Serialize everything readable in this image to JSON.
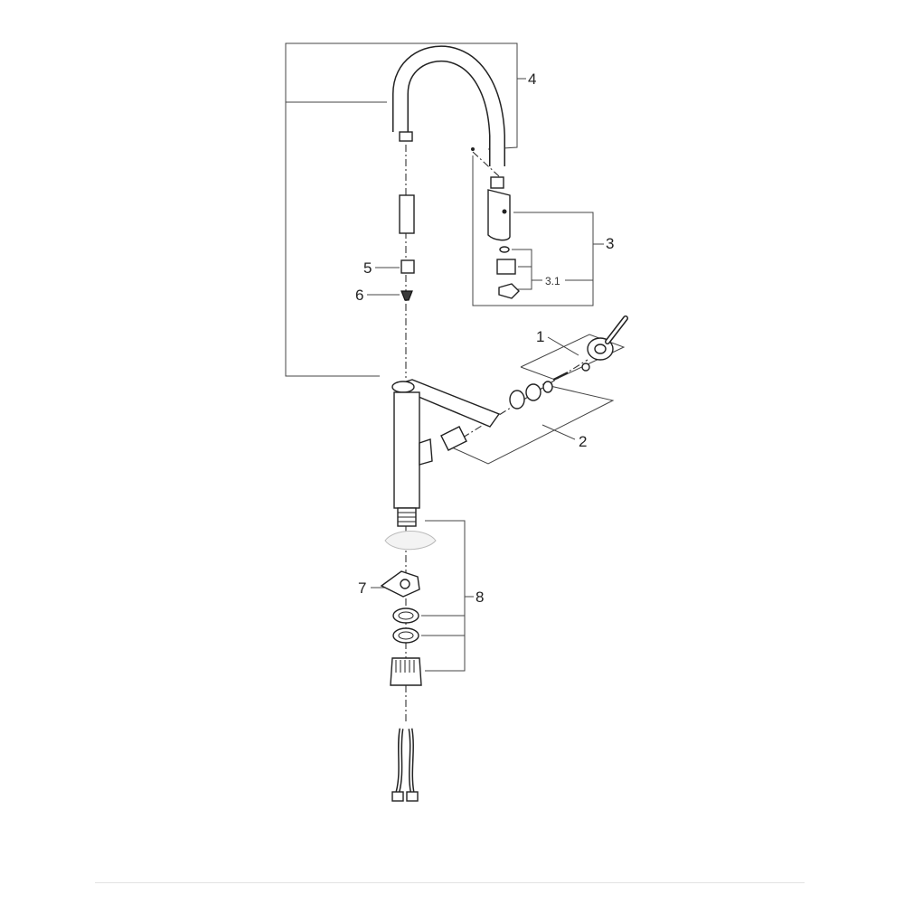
{
  "callouts": {
    "c1": "1",
    "c2": "2",
    "c3": "3",
    "c3_1": "3.1",
    "c4": "4",
    "c5": "5",
    "c6": "6",
    "c7": "7",
    "c8": "8"
  }
}
